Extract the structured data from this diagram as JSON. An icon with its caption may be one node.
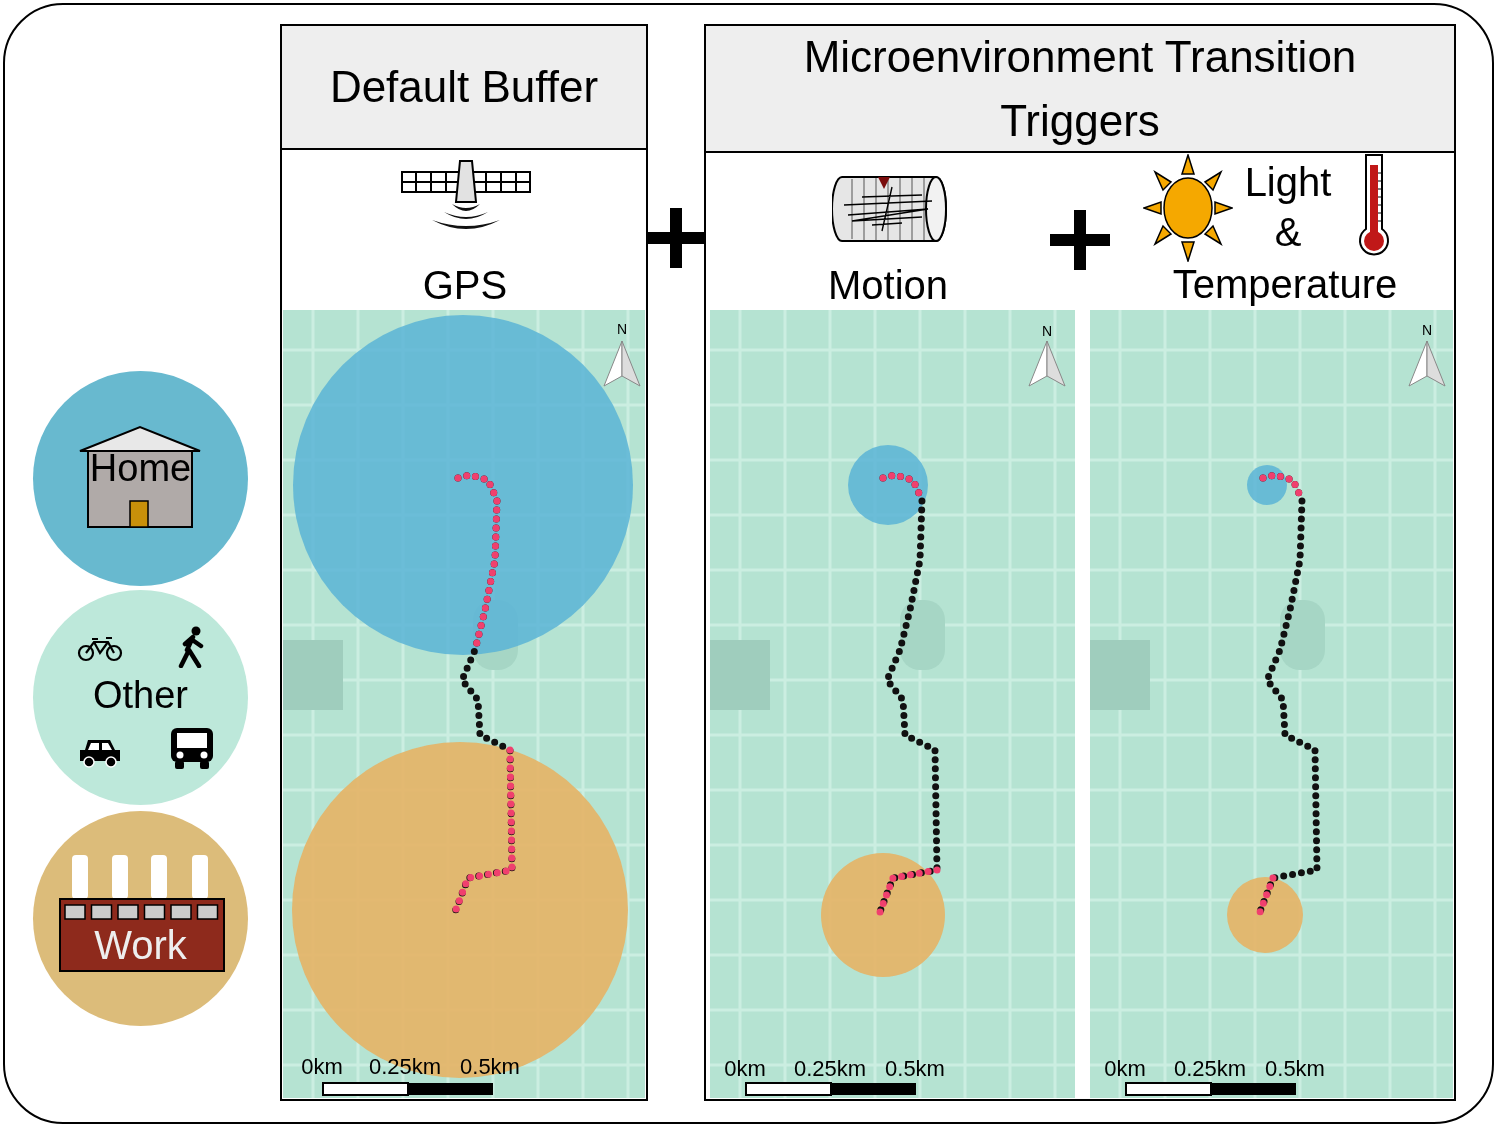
{
  "diagram": {
    "nodes": [
      {
        "text": [
          "Default Buffer"
        ]
      },
      {
        "text": [
          "Microenvironment Transition Triggers"
        ]
      },
      {
        "text": [
          "Home"
        ]
      },
      {
        "text": [
          "Other"
        ]
      },
      {
        "text": [
          "Work"
        ]
      }
    ],
    "labels": [
      "GPS",
      "Motion",
      "Light",
      "&",
      "Temperature",
      "N",
      "0km",
      "0.25km",
      "0.5km",
      "N",
      "0km",
      "0.25km",
      "0.5km",
      "N",
      "0km",
      "0.25km",
      "0.5km"
    ]
  }
}
